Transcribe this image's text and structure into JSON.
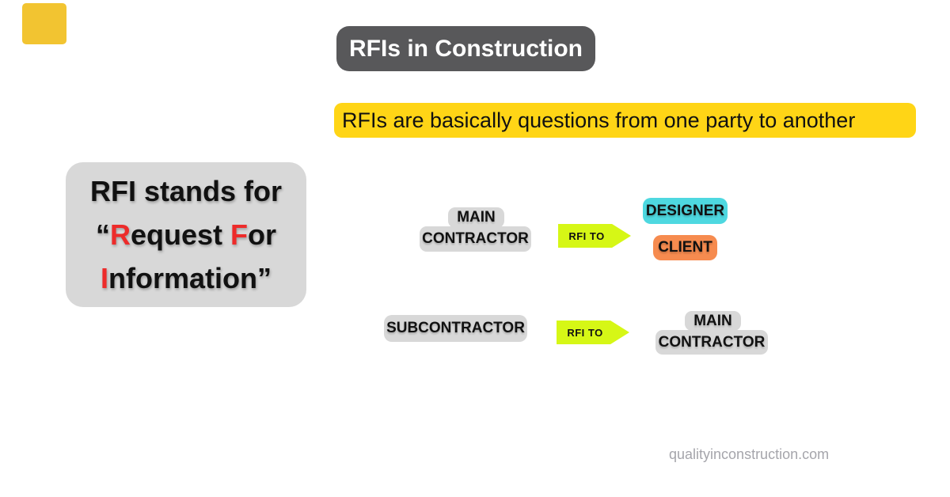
{
  "title": {
    "label": "RFIs in Construction"
  },
  "banner": {
    "text": "RFIs are basically questions from one party to another"
  },
  "definition": {
    "line1": "RFI stands for",
    "line2": {
      "open_quote": "“",
      "r": "R",
      "rest1": "equest ",
      "f": "F",
      "rest2": "or"
    },
    "line3": {
      "i": "I",
      "rest": "nformation”"
    }
  },
  "flows": [
    {
      "from_lines": [
        "MAIN",
        "CONTRACTOR"
      ],
      "arrow_label": "RFI TO",
      "to": [
        "DESIGNER",
        "CLIENT"
      ]
    },
    {
      "from": "SUBCONTRACTOR",
      "arrow_label": "RFI TO",
      "to_lines": [
        "MAIN",
        "CONTRACTOR"
      ]
    }
  ],
  "footer": {
    "website": "qualityinconstruction.com"
  },
  "colors": {
    "title_bg": "#58585a",
    "title_text": "#ffffff",
    "banner_bg": "#ffd516",
    "box_gray": "#d8d8d8",
    "accent_red": "#ed2b2a",
    "arrow_green": "#d6f716",
    "designer_cyan": "#4ed8e0",
    "client_orange": "#f68b4f",
    "footer_gray": "#a5a5ab",
    "corner_gold": "#f2c431",
    "text_black": "#111111"
  }
}
